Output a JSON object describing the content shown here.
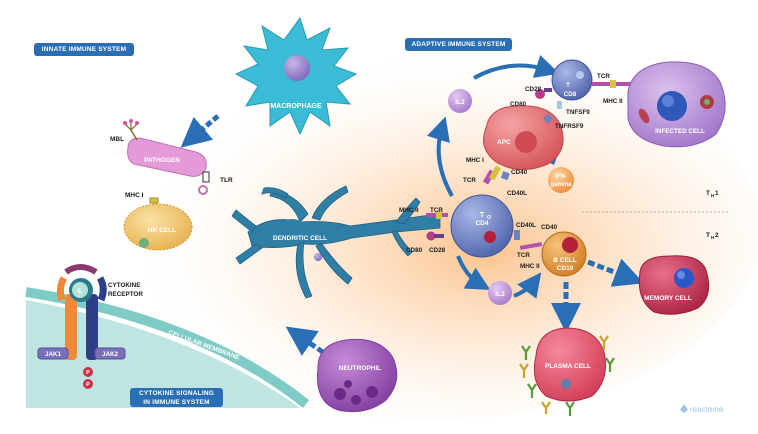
{
  "sections": {
    "innate": "INNATE IMMUNE SYSTEM",
    "adaptive": "ADAPTIVE IMMUNE SYSTEM",
    "cytokine_line1": "CYTOKINE SIGNALING",
    "cytokine_line2": "IN IMMUNE SYSTEM"
  },
  "cells": {
    "macrophage": "MACROPHAGE",
    "pathogen": "PATHOGEN",
    "nk_cell": "NK CELL",
    "dendritic": "DENDRITIC CELL",
    "neutrophil": "NEUTROPHIL",
    "apc": "APC",
    "t_cd8_t": "T",
    "t_cd8": "CD8",
    "infected": "INFECTED CELL",
    "t_cd4_t": "T",
    "t_cd4_sub": "O",
    "t_cd4": "CD4",
    "b_cell": "B CELL",
    "b_cd19": "CD19",
    "memory": "MEMORY CELL",
    "plasma": "PLASMA CELL",
    "il2_top": "IL2",
    "il2_bottom": "IL2",
    "ifn_1": "IFN-",
    "ifn_2": "gamma",
    "il_receptor": "IL"
  },
  "molecules": {
    "mbl": "MBL",
    "tlr": "TLR",
    "mhc1_nk": "MHC I",
    "mhc2_dc": "MHC II",
    "tcr_dc": "TCR",
    "cd80_dc": "CD80",
    "cd28_dc": "CD28",
    "cd28_top": "CD28",
    "cd80_top": "CD80",
    "tnfsf9": "TNFSF9",
    "tnfrsf9": "TNFRSF9",
    "tcr_cd8": "TCR",
    "mhc1_cd8": "MHC II",
    "mhc1_apc": "MHC I",
    "tcr_apc": "TCR",
    "cd40_apc": "CD40",
    "cd40l_apc": "CD40L",
    "cd40l_b": "CD40L",
    "cd40_b": "CD40",
    "tcr_b": "TCR",
    "mhc2_b": "MHC II"
  },
  "th": {
    "th1_main": "T",
    "th1_sub": "H",
    "th1_num": "1",
    "th2_main": "T",
    "th2_sub": "H",
    "th2_num": "2"
  },
  "cytokine": {
    "receptor_1": "CYTOKINE",
    "receptor_2": "RECEPTOR",
    "jak1": "JAK1",
    "jak2": "JAK2",
    "p1": "P",
    "p2": "P",
    "membrane": "CELLULAR MEMBRANE"
  },
  "logo": {
    "text": "reactome"
  },
  "colors": {
    "label_box": "#2a6fb5",
    "macrophage": "#3bbcd6",
    "dendritic": "#2f7ea6",
    "pathogen": "#e49ad8",
    "nk_cell": "#f2c46a",
    "t_cell": "#6c82c4",
    "apc": "#e86f73",
    "b_cell": "#e3962e",
    "memory": "#c8385a",
    "plasma": "#e4506b",
    "neutrophil": "#9a55b4",
    "infected": "#b386d6",
    "membrane": "#8fd3cf"
  }
}
